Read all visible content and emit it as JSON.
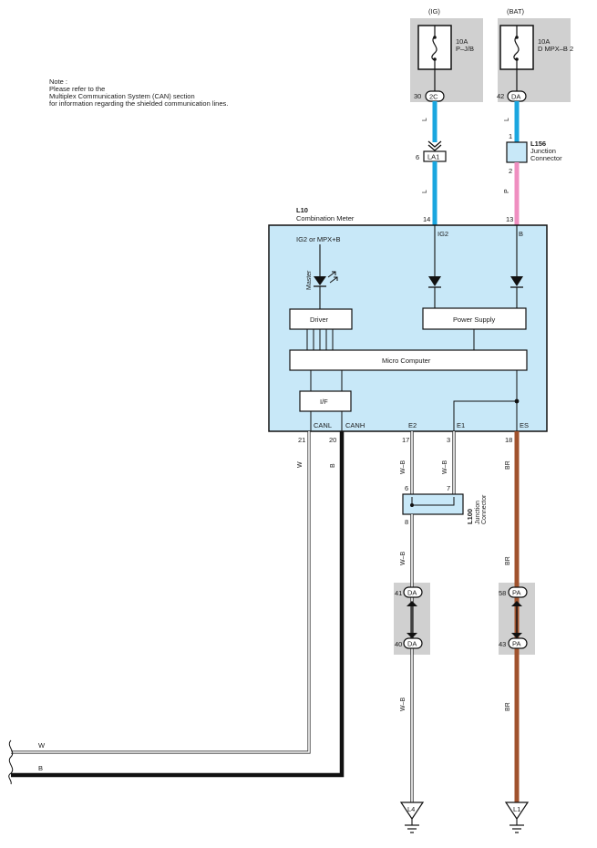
{
  "note": {
    "title": "Note :",
    "line1": "Please refer to the",
    "line2": "Multiplex Communication System (CAN) section",
    "line3": "for information regarding the shielded communication lines."
  },
  "fuses": {
    "ig": {
      "source": "(IG)",
      "rating": "10A",
      "name": "P–J/B",
      "pin": "30",
      "conn": "2C"
    },
    "bat": {
      "source": "(BAT)",
      "rating": "10A",
      "name": "D MPX–B 2",
      "pin": "42",
      "conn": "DA"
    }
  },
  "wires": {
    "ig_color": "L",
    "ig_color_2": "L",
    "bat_color_upper": "L",
    "bat_color_lower": "P",
    "canl": "W",
    "canh": "B",
    "e2": "W–B",
    "e1": "W–B",
    "es": "BR",
    "gnd_l4": "W–B",
    "gnd_l4_lower": "W–B",
    "gnd_l1": "BR",
    "gnd_l1_lower": "BR",
    "bottom_w": "W",
    "bottom_b": "B"
  },
  "connectors": {
    "la1": {
      "pin": "6",
      "name": "LA1"
    },
    "l156": {
      "id": "L156",
      "label1": "Junction",
      "label2": "Connector",
      "pin_top": "1",
      "pin_bottom": "2"
    },
    "l100": {
      "id": "L100",
      "label1": "Junction",
      "label2": "Connector",
      "pin6": "6",
      "pin7": "7",
      "pin8": "8"
    },
    "da41": {
      "pin": "41",
      "name": "DA"
    },
    "da40": {
      "pin": "40",
      "name": "DA"
    },
    "pa58": {
      "pin": "58",
      "name": "PA"
    },
    "pa43": {
      "pin": "43",
      "name": "PA"
    }
  },
  "meter": {
    "id": "L10",
    "name": "Combination Meter",
    "pin_ig2": "14",
    "pin_b": "13",
    "label_ig2": "IG2",
    "label_b": "B",
    "label_supply": "IG2 or MPX+B",
    "master": "Master",
    "driver": "Driver",
    "power_supply": "Power Supply",
    "micro": "Micro Computer",
    "if": "I/F",
    "canl": "CANL",
    "canh": "CANH",
    "e2": "E2",
    "e1": "E1",
    "es": "ES",
    "pin_canl": "21",
    "pin_canh": "20",
    "pin_e2": "17",
    "pin_e1": "3",
    "pin_es": "18"
  },
  "grounds": {
    "l4": "L4",
    "l1": "L1"
  },
  "colors": {
    "box_fill": "#c8e8f8",
    "shade": "#d0d0d0",
    "wire_blue": "#1aa6df",
    "wire_pink": "#ef8ec0",
    "wire_brown": "#a0522d",
    "wire_black": "#111111"
  }
}
